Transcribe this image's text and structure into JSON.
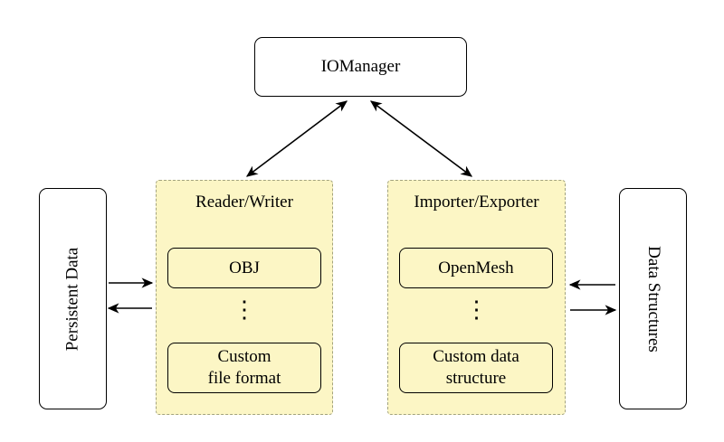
{
  "nodes": {
    "io_manager": "IOManager",
    "persistent_data": "Persistent Data",
    "data_structures": "Data Structures"
  },
  "groups": {
    "reader_writer": {
      "title": "Reader/Writer",
      "items": [
        "OBJ",
        "⋮",
        "Custom\nfile format"
      ]
    },
    "importer_exporter": {
      "title": "Importer/Exporter",
      "items": [
        "OpenMesh",
        "⋮",
        "Custom data\nstructure"
      ]
    }
  },
  "colors": {
    "background": "#ffffff",
    "group_fill": "#fcf6c5",
    "group_border": "#a3a37e",
    "node_border": "#000000",
    "arrow": "#000000"
  }
}
